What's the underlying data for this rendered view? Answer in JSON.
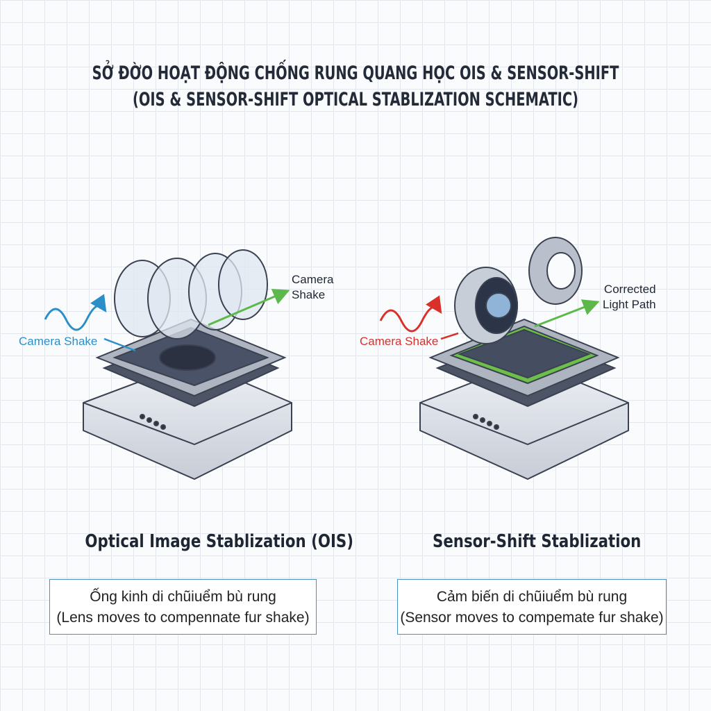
{
  "title": {
    "line1": "SỞ ĐỜO HOẠT ĐỘNG CHỐNG RUNG QUANG HỌC OIS & SENSOR-SHIFT",
    "line2": "(OIS & SENSOR-SHIFT OPTICAL STABLIZATION SCHEMATIC)"
  },
  "left": {
    "heading": "Optical Image Stablization (OIS)",
    "shake_label": "Camera Shake",
    "arrow_label": "Camera\nShake",
    "desc_vi": "Ống kinh di chũiuểm bù rung",
    "desc_en": "(Lens moves to compennate fur shake)",
    "shake_color": "#2a8fc8"
  },
  "right": {
    "heading": "Sensor-Shift Stablization",
    "shake_label": "Camera Shake",
    "arrow_label": "Corrected\nLight Path",
    "desc_vi": "Cảm biến di chũiuểm bù rung",
    "desc_en": "(Sensor moves to compemate fur shake)",
    "shake_color": "#d9302a"
  },
  "colors": {
    "light_path": "#5cb84a",
    "sensor": "#6cc04a"
  }
}
